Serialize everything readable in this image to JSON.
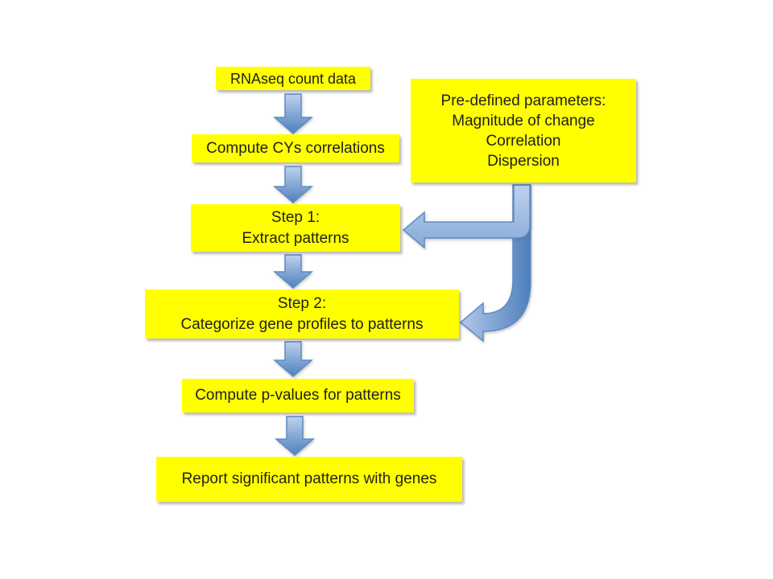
{
  "diagram": {
    "type": "flowchart",
    "background": "#ffffff",
    "node_fill": "#ffff00",
    "text_color": "#1f1f1f",
    "arrow_color_light": "#b5cae8",
    "arrow_color_dark": "#4e80bd",
    "arrow_outline": "#5f8cc4",
    "nodes": {
      "rnaseq": {
        "label": "RNAseq count data"
      },
      "correlations": {
        "label": "Compute CYs correlations"
      },
      "step1": {
        "line1": "Step 1:",
        "line2": "Extract patterns"
      },
      "step2": {
        "line1": "Step 2:",
        "line2": "Categorize gene profiles to patterns"
      },
      "pvalues": {
        "label": "Compute p-values for patterns"
      },
      "report": {
        "label": "Report significant patterns with genes"
      },
      "parameters": {
        "line1": "Pre-defined parameters:",
        "line2": "Magnitude of change",
        "line3": "Correlation",
        "line4": "Dispersion"
      }
    },
    "edges": [
      {
        "from": "rnaseq",
        "to": "correlations"
      },
      {
        "from": "correlations",
        "to": "step1"
      },
      {
        "from": "step1",
        "to": "step2"
      },
      {
        "from": "step2",
        "to": "pvalues"
      },
      {
        "from": "pvalues",
        "to": "report"
      },
      {
        "from": "parameters",
        "to": "step1"
      },
      {
        "from": "parameters",
        "to": "step2"
      }
    ]
  }
}
